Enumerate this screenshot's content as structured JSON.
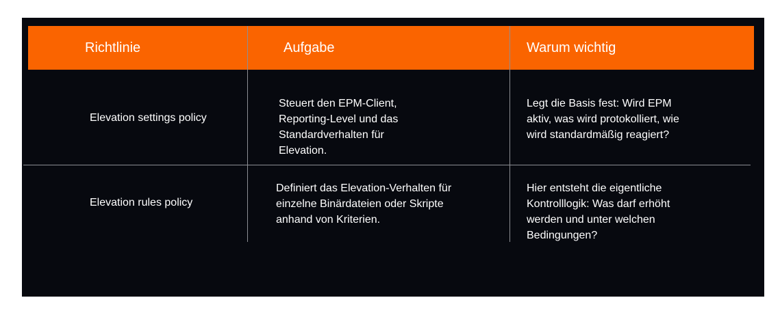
{
  "table": {
    "headers": [
      "Richtlinie",
      "Aufgabe",
      "Warum wichtig"
    ],
    "rows": [
      {
        "richtlinie": "Elevation settings policy",
        "aufgabe": [
          "Steuert den EPM-Client,",
          "Reporting-Level und das",
          "Standardverhalten für",
          "Elevation."
        ],
        "warum": [
          "Legt die Basis fest: Wird EPM",
          "aktiv, was wird protokolliert, wie",
          "wird standardmäßig reagiert?"
        ]
      },
      {
        "richtlinie": "Elevation rules policy",
        "aufgabe": [
          "Definiert das Elevation-Verhalten für",
          "einzelne Binärdateien oder Skripte",
          "anhand von Kriterien."
        ],
        "warum": [
          "Hier entsteht die eigentliche",
          "Kontrolllogik: Was darf erhöht",
          "werden und unter welchen",
          "Bedingungen?"
        ]
      }
    ]
  },
  "colors": {
    "header_bg": "#fa6400",
    "panel_bg": "#07090f",
    "grid_line": "#8d8f94",
    "text": "#ffffff"
  }
}
